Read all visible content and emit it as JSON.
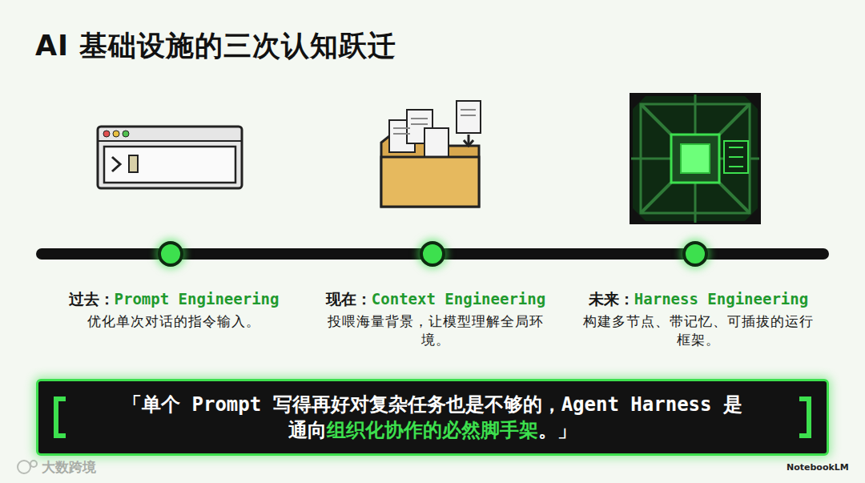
{
  "diagram": {
    "title": "AI 基础设施的三次认知跃迁",
    "nodes": [
      {
        "text": [
          "过去：",
          "Prompt Engineering",
          "优化单次对话的指令输入。"
        ]
      },
      {
        "text": [
          "现在：",
          "Context Engineering",
          "投喂海量背景，让模型理解全局环境。"
        ]
      },
      {
        "text": [
          "未来：",
          "Harness Engineering",
          "构建多节点、带记忆、可插拔的运行框架。"
        ]
      },
      {
        "text": [
          "「单个 Prompt 写得再好对复杂任务也是不够的，Agent Harness 是通向",
          "组织化协作的必然脚手架",
          "。」"
        ]
      }
    ],
    "edges": [
      {
        "from": 0,
        "to": 1,
        "arrow": "none"
      },
      {
        "from": 1,
        "to": 2,
        "arrow": "none"
      }
    ],
    "labels": [
      "大数跨境",
      "NotebookLM"
    ]
  }
}
